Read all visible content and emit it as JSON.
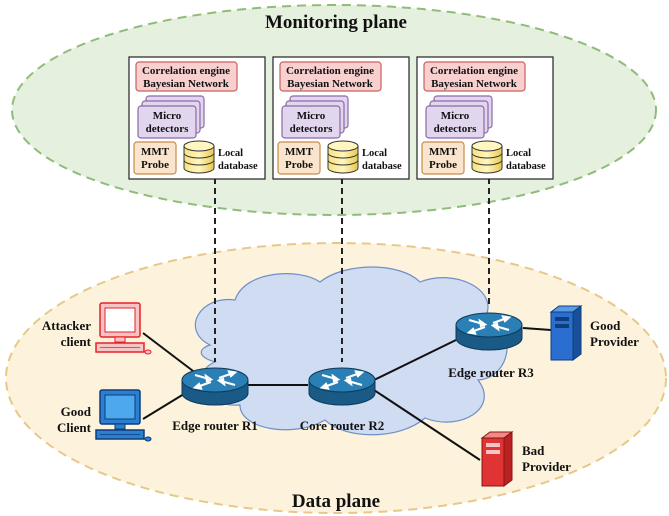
{
  "monitoring_plane": {
    "title": "Monitoring plane",
    "units": [
      {
        "engine_line1": "Correlation engine",
        "engine_line2": "Bayesian Network",
        "micro_line1": "Micro",
        "micro_line2": "detectors",
        "probe_line1": "MMT",
        "probe_line2": "Probe",
        "db_line1": "Local",
        "db_line2": "database"
      },
      {
        "engine_line1": "Correlation engine",
        "engine_line2": "Bayesian Network",
        "micro_line1": "Micro",
        "micro_line2": "detectors",
        "probe_line1": "MMT",
        "probe_line2": "Probe",
        "db_line1": "Local",
        "db_line2": "database"
      },
      {
        "engine_line1": "Correlation engine",
        "engine_line2": "Bayesian Network",
        "micro_line1": "Micro",
        "micro_line2": "detectors",
        "probe_line1": "MMT",
        "probe_line2": "Probe",
        "db_line1": "Local",
        "db_line2": "database"
      }
    ]
  },
  "data_plane": {
    "title": "Data plane",
    "attacker": {
      "line1": "Attacker",
      "line2": "client"
    },
    "good_client": {
      "line1": "Good",
      "line2": "Client"
    },
    "edge_r1": "Edge router R1",
    "core_r2": "Core router R2",
    "edge_r3": "Edge router R3",
    "good_provider": {
      "line1": "Good",
      "line2": "Provider"
    },
    "bad_provider": {
      "line1": "Bad",
      "line2": "Provider"
    }
  },
  "colors": {
    "monitoring_fill": "#e6f0de",
    "monitoring_stroke": "#8fbc7a",
    "data_fill": "#fdf3dc",
    "data_stroke": "#e6c98a",
    "cloud_fill": "#cfdcf2",
    "cloud_stroke": "#6e8fc8",
    "engine_fill": "#f8d0cf",
    "engine_stroke": "#c8605c",
    "micro_fill": "#e2d5ee",
    "micro_stroke": "#8a6aa8",
    "probe_fill": "#fbe4cc",
    "probe_stroke": "#c98a4a",
    "router_top": "#2a7fb4",
    "router_side": "#1a5a86",
    "attacker": "#e8202a",
    "good_client": "#2a7fd0",
    "good_server": "#2a6fd0",
    "bad_server": "#e03434"
  },
  "icons": [
    "router-icon",
    "computer-icon",
    "server-icon",
    "database-icon",
    "cloud-icon"
  ]
}
